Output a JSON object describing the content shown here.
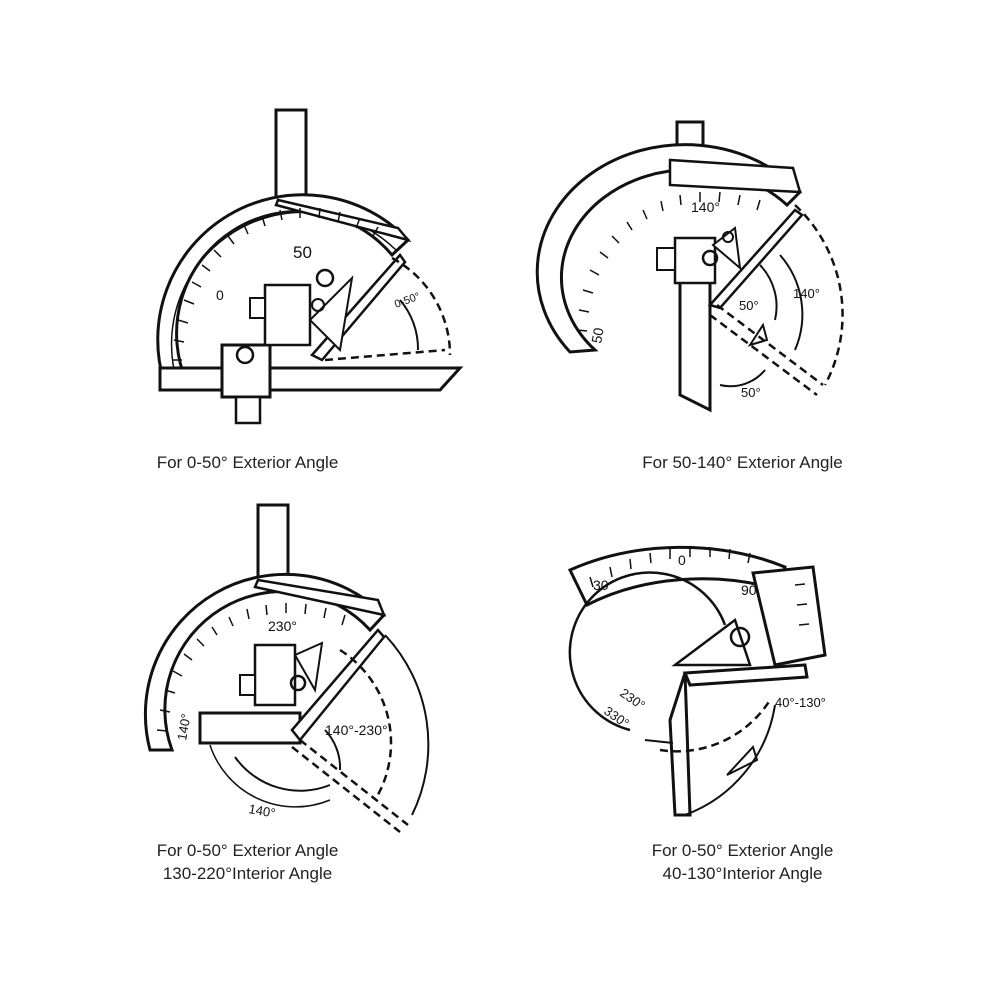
{
  "colors": {
    "line": "#111111",
    "background": "#ffffff",
    "text": "#222222"
  },
  "panels": [
    {
      "caption": [
        "For 0-50° Exterior Angle"
      ],
      "scale_labels": {
        "major": "50",
        "zero": "0",
        "range": "0-50°"
      }
    },
    {
      "caption": [
        "For 50-140° Exterior Angle"
      ],
      "scale_labels": {
        "top": "140°",
        "side": "50",
        "inner_angle": "50°",
        "outer_angle": "140°",
        "bottom_angle": "50°"
      }
    },
    {
      "caption": [
        "For 0-50° Exterior Angle",
        "130-220°Interior Angle"
      ],
      "scale_labels": {
        "top": "230°",
        "side": "140°",
        "range": "140°-230°",
        "bottom_angle": "140°"
      }
    },
    {
      "caption": [
        "For 0-50° Exterior Angle",
        "40-130°Interior Angle"
      ],
      "scale_labels": {
        "zero": "0",
        "left": "30",
        "right": "90",
        "inner_a": "230°",
        "inner_b": "330°",
        "range": "40°-130°"
      }
    }
  ]
}
